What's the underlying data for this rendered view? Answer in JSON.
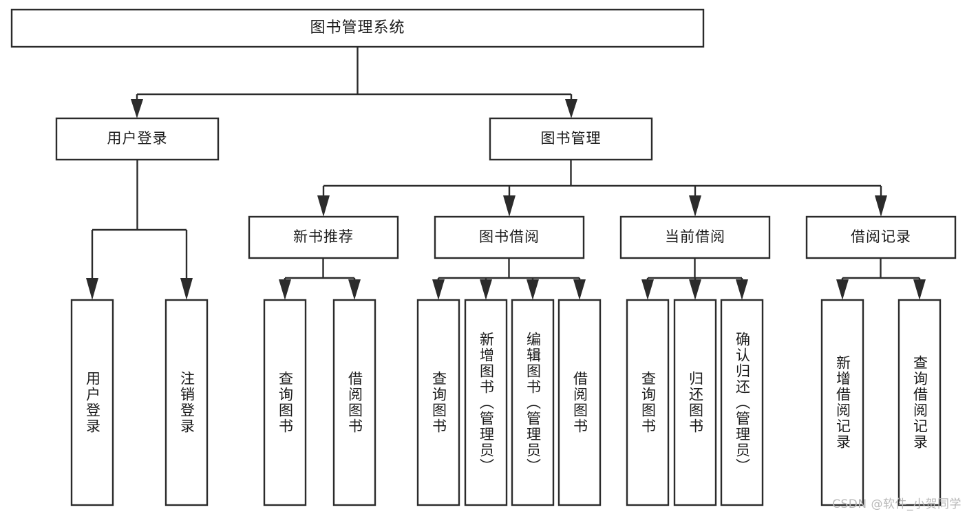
{
  "diagram": {
    "type": "tree",
    "title": "图书管理系统",
    "root": {
      "id": "root",
      "label": "图书管理系统"
    },
    "level2": [
      {
        "id": "user-login",
        "label": "用户登录"
      },
      {
        "id": "book-manage",
        "label": "图书管理"
      }
    ],
    "level3": [
      {
        "id": "new-book-rec",
        "label": "新书推荐",
        "parent": "book-manage"
      },
      {
        "id": "book-borrow",
        "label": "图书借阅",
        "parent": "book-manage"
      },
      {
        "id": "current-borrow",
        "label": "当前借阅",
        "parent": "book-manage"
      },
      {
        "id": "borrow-record",
        "label": "借阅记录",
        "parent": "book-manage"
      }
    ],
    "leaves": [
      {
        "id": "leaf-user-login",
        "label": "用户登录",
        "parent": "user-login"
      },
      {
        "id": "leaf-logout",
        "label": "注销登录",
        "parent": "user-login"
      },
      {
        "id": "leaf-query-book-1",
        "label": "查询图书",
        "parent": "new-book-rec"
      },
      {
        "id": "leaf-borrow-book-1",
        "label": "借阅图书",
        "parent": "new-book-rec"
      },
      {
        "id": "leaf-query-book-2",
        "label": "查询图书",
        "parent": "book-borrow"
      },
      {
        "id": "leaf-add-book",
        "label": "新增图书（管理员）",
        "parent": "book-borrow"
      },
      {
        "id": "leaf-edit-book",
        "label": "编辑图书（管理员）",
        "parent": "book-borrow"
      },
      {
        "id": "leaf-borrow-book-2",
        "label": "借阅图书",
        "parent": "book-borrow"
      },
      {
        "id": "leaf-query-book-3",
        "label": "查询图书",
        "parent": "current-borrow"
      },
      {
        "id": "leaf-return-book",
        "label": "归还图书",
        "parent": "current-borrow"
      },
      {
        "id": "leaf-confirm-return",
        "label": "确认归还（管理员）",
        "parent": "current-borrow"
      },
      {
        "id": "leaf-add-record",
        "label": "新增借阅记录",
        "parent": "borrow-record"
      },
      {
        "id": "leaf-query-record",
        "label": "查询借阅记录",
        "parent": "borrow-record"
      }
    ],
    "colors": {
      "box_fill": "#ffffff",
      "box_stroke": "#2b2b2b",
      "text": "#1b1b1b",
      "background": "#ffffff",
      "watermark": "#b8b8b8"
    }
  },
  "watermark": {
    "text": "CSDN @软件_小贺同学"
  }
}
